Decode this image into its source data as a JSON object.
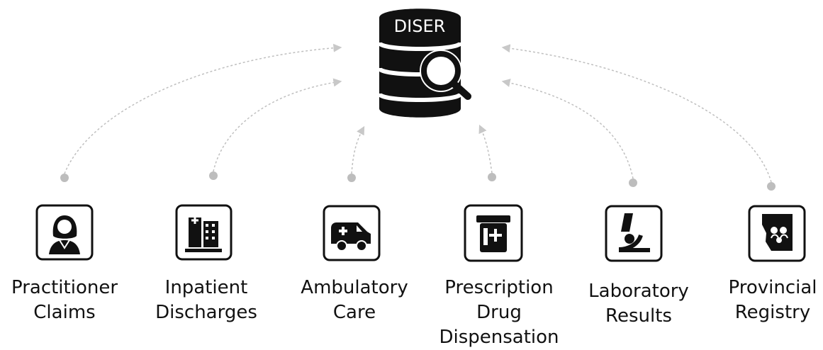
{
  "hub": {
    "label": "DISER",
    "icon": "database-search-icon"
  },
  "sources": [
    {
      "id": "practitioner-claims",
      "label": "Practitioner\nClaims",
      "icon": "practitioner-icon"
    },
    {
      "id": "inpatient-discharges",
      "label": "Inpatient\nDischarges",
      "icon": "hospital-icon"
    },
    {
      "id": "ambulatory-care",
      "label": "Ambulatory\nCare",
      "icon": "ambulance-icon"
    },
    {
      "id": "prescription-drug-dispensation",
      "label": "Prescription\nDrug\nDispensation",
      "icon": "prescription-bottle-icon"
    },
    {
      "id": "laboratory-results",
      "label": "Laboratory\nResults",
      "icon": "microscope-icon"
    },
    {
      "id": "provincial-registry",
      "label": "Provincial\nRegistry",
      "icon": "province-registry-icon"
    }
  ],
  "colors": {
    "connector": "#bfbfbf",
    "dot": "#bdbdbd",
    "icon": "#111111",
    "text": "#111111"
  }
}
